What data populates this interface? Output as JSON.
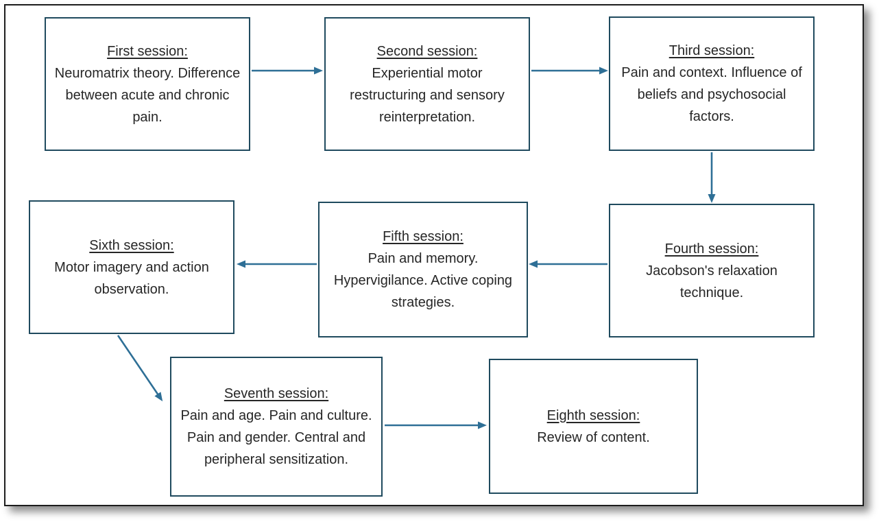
{
  "diagram": {
    "description": "Eight-session pain education program flowchart",
    "accent_color": "#2e6f96",
    "box_border_color": "#1f4a5e",
    "text_color": "#262626",
    "boxes": [
      {
        "title": "First session:",
        "body": "Neuromatrix theory. Difference between acute and chronic pain."
      },
      {
        "title": "Second session:",
        "body": "Experiential motor restructuring and sensory reinterpretation."
      },
      {
        "title": "Third session:",
        "body": "Pain and context. Influence of beliefs and psychosocial factors."
      },
      {
        "title": "Fourth session:",
        "body": "Jacobson's relaxation technique."
      },
      {
        "title": "Fifth session:",
        "body": "Pain and memory. Hypervigilance. Active coping strategies."
      },
      {
        "title": "Sixth session:",
        "body": "Motor imagery and action observation."
      },
      {
        "title": "Seventh session:",
        "body": "Pain and age. Pain and culture. Pain and gender. Central and peripheral sensitization."
      },
      {
        "title": "Eighth session:",
        "body": "Review of content."
      }
    ],
    "connections": [
      {
        "from": "First session",
        "to": "Second session"
      },
      {
        "from": "Second session",
        "to": "Third session"
      },
      {
        "from": "Third session",
        "to": "Fourth session"
      },
      {
        "from": "Fourth session",
        "to": "Fifth session"
      },
      {
        "from": "Fifth session",
        "to": "Sixth session"
      },
      {
        "from": "Sixth session",
        "to": "Seventh session"
      },
      {
        "from": "Seventh session",
        "to": "Eighth session"
      }
    ]
  }
}
